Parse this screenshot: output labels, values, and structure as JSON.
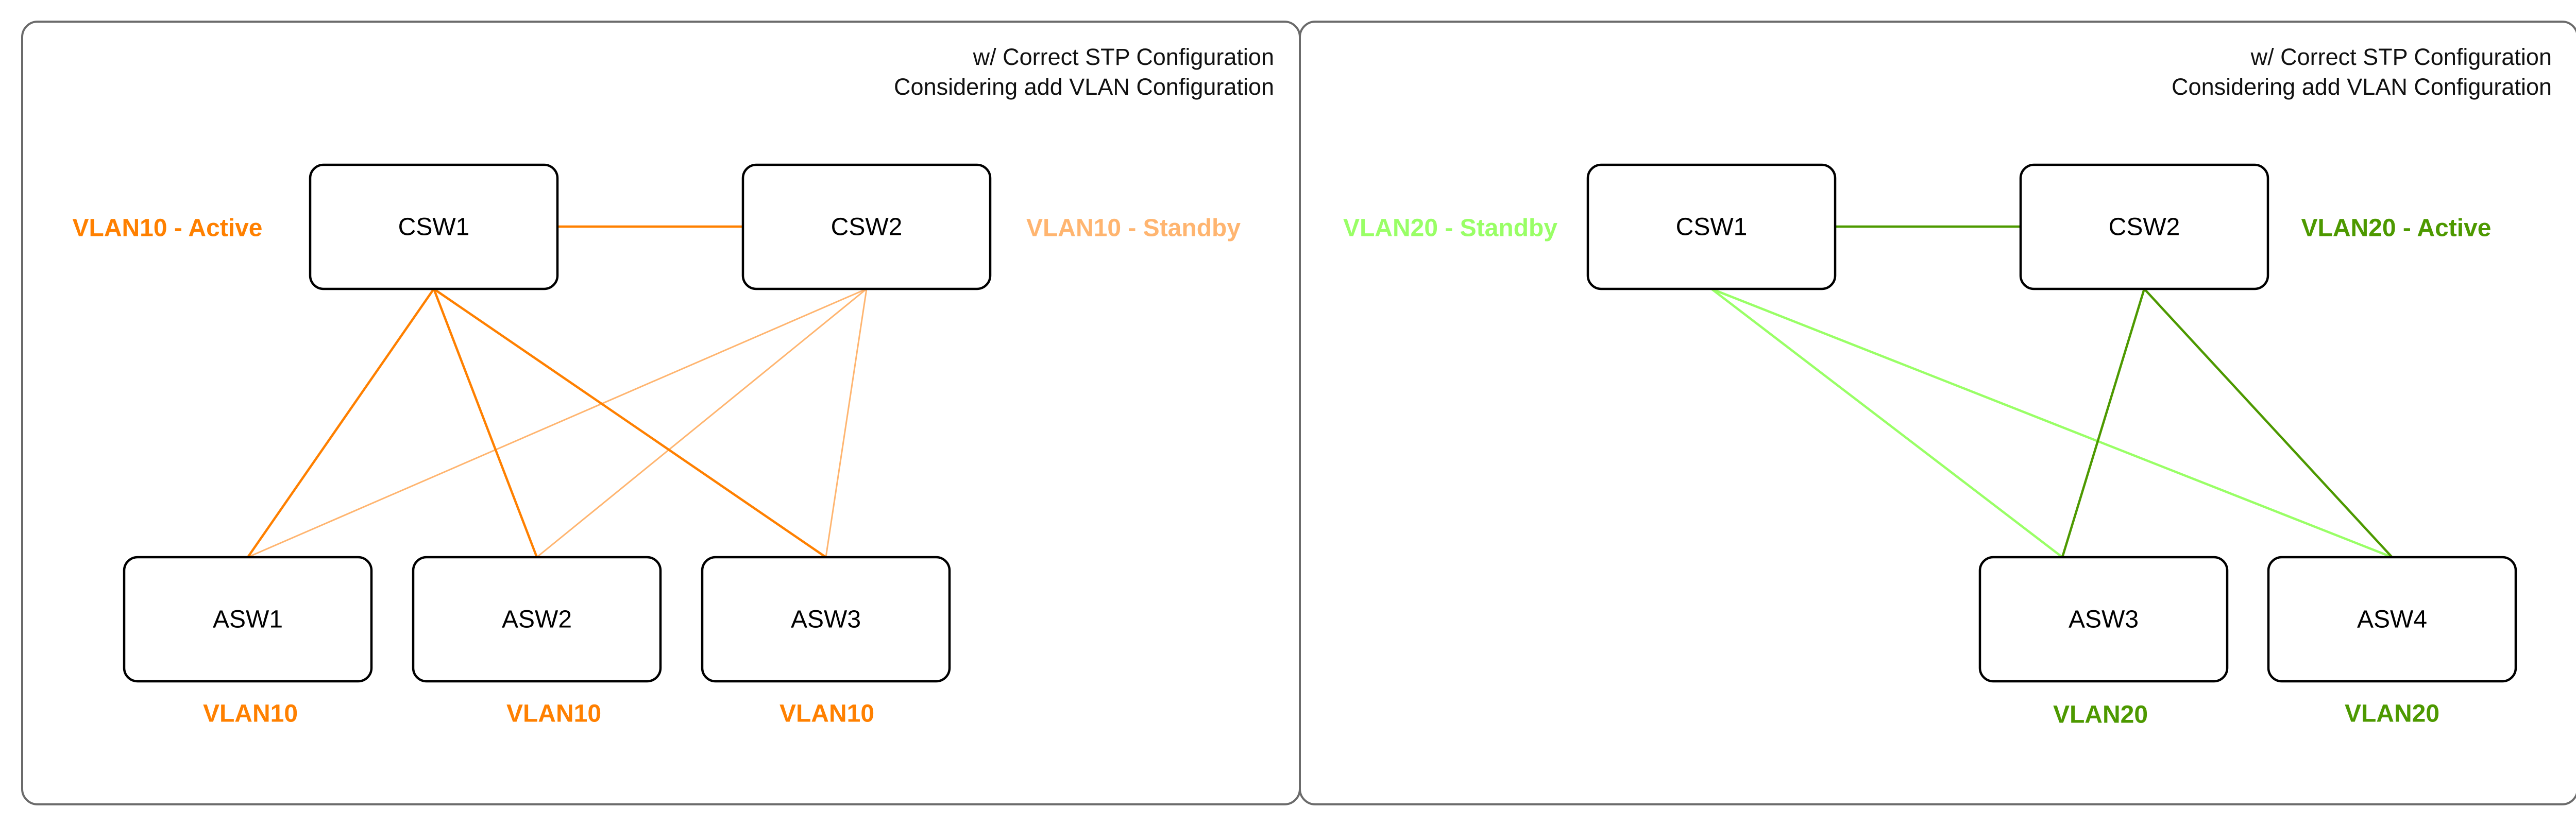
{
  "colors": {
    "orange_active": "#FF8000",
    "orange_standby": "#FFB570",
    "green_active": "#4D9900",
    "green_standby": "#99FF66",
    "frame": "#6B6B6B",
    "node_border": "#000000"
  },
  "left_panel": {
    "note_line1": "w/ Correct STP Configuration",
    "note_line2": "Considering add VLAN Configuration",
    "core": {
      "csw1": "CSW1",
      "csw2": "CSW2",
      "csw1_state": "VLAN10 - Active",
      "csw2_state": "VLAN10 - Standby"
    },
    "access": {
      "asw1": "ASW1",
      "asw2": "ASW2",
      "asw3": "ASW3",
      "asw1_vlan": "VLAN10",
      "asw2_vlan": "VLAN10",
      "asw3_vlan": "VLAN10"
    }
  },
  "right_panel": {
    "note_line1": "w/ Correct STP Configuration",
    "note_line2": "Considering add VLAN Configuration",
    "core": {
      "csw1": "CSW1",
      "csw2": "CSW2",
      "csw1_state": "VLAN20 - Standby",
      "csw2_state": "VLAN20 - Active"
    },
    "access": {
      "asw3": "ASW3",
      "asw4": "ASW4",
      "asw3_vlan": "VLAN20",
      "asw4_vlan": "VLAN20"
    }
  }
}
